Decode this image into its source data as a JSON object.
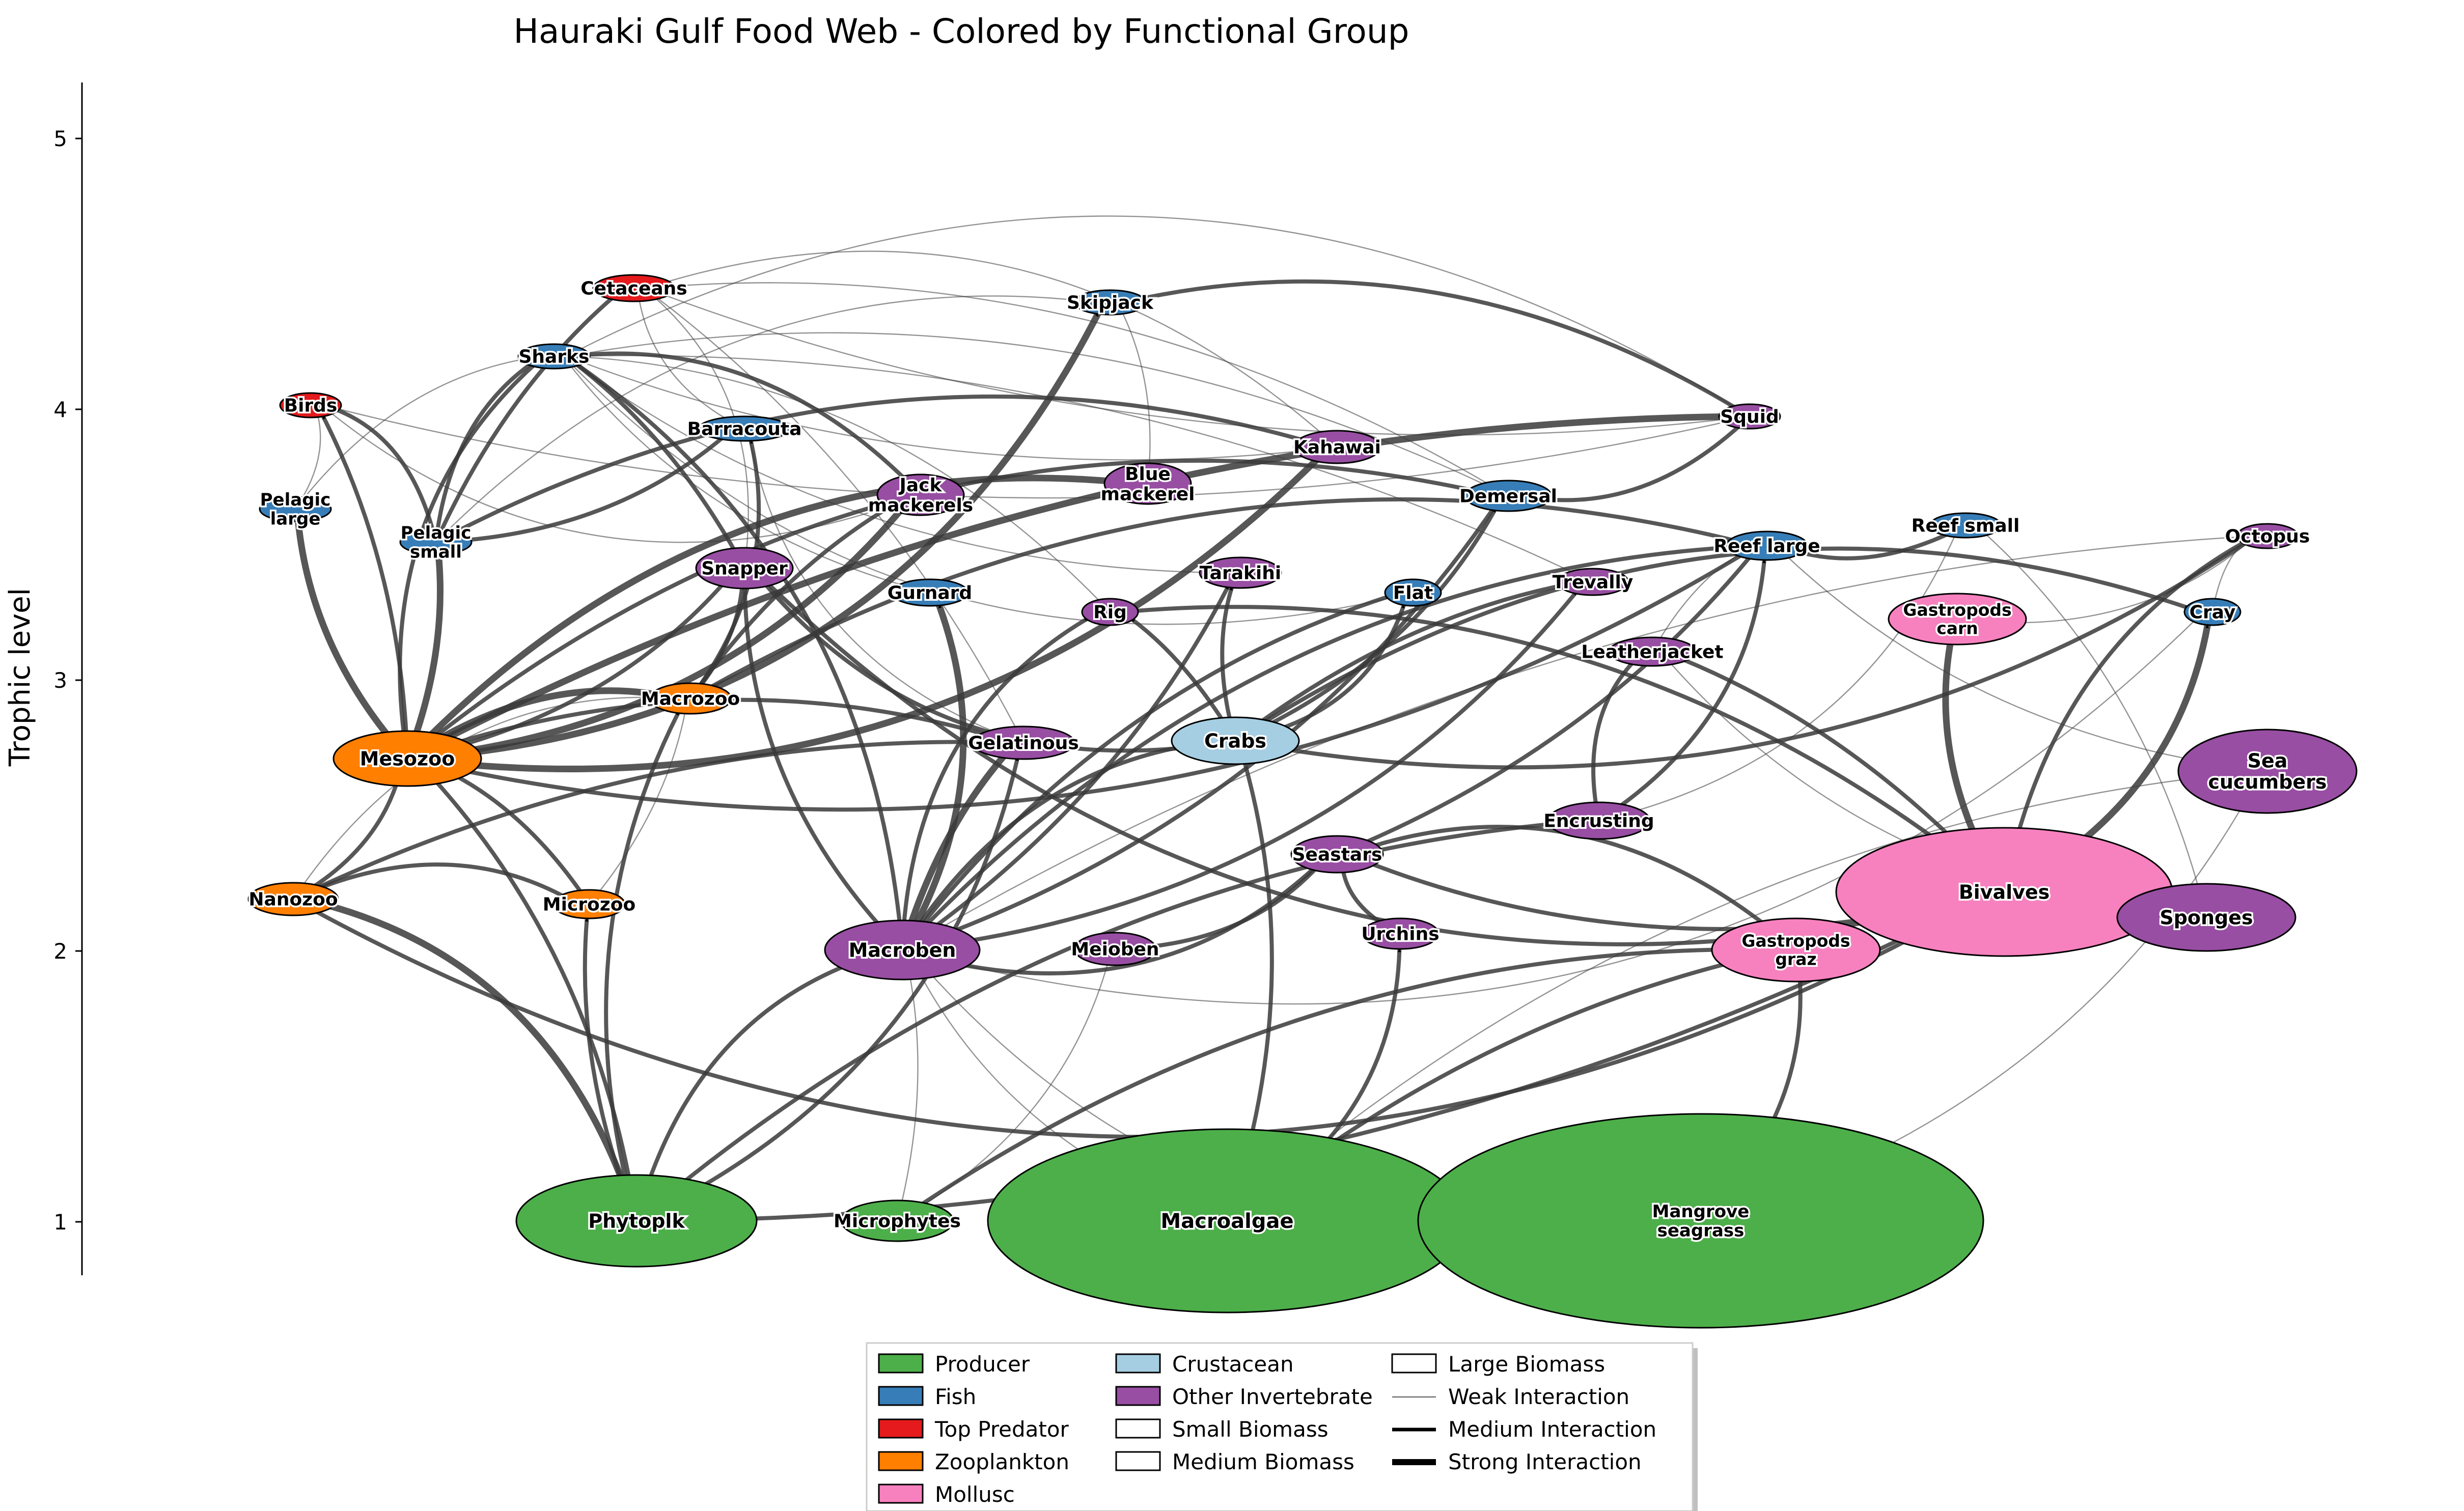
{
  "title": "Hauraki Gulf Food Web - Colored by Functional Group",
  "y_axis": {
    "label": "Trophic level",
    "ticks": [
      "1",
      "2",
      "3",
      "4",
      "5"
    ]
  },
  "colors": {
    "Producer": "#4daf4a",
    "Fish": "#377eb8",
    "Top Predator": "#e41a1c",
    "Zooplankton": "#ff7f00",
    "Mollusc": "#f781bf",
    "Crustacean": "#a6cee3",
    "Other Invertebrate": "#984ea3",
    "edge": "#3a3a3a"
  },
  "legend": [
    {
      "label": "Producer",
      "kind": "patch",
      "color": "#4daf4a"
    },
    {
      "label": "Fish",
      "kind": "patch",
      "color": "#377eb8"
    },
    {
      "label": "Top Predator",
      "kind": "patch",
      "color": "#e41a1c"
    },
    {
      "label": "Zooplankton",
      "kind": "patch",
      "color": "#ff7f00"
    },
    {
      "label": "Mollusc",
      "kind": "patch",
      "color": "#f781bf"
    },
    {
      "label": "Crustacean",
      "kind": "patch",
      "color": "#a6cee3"
    },
    {
      "label": "Other Invertebrate",
      "kind": "patch",
      "color": "#984ea3"
    },
    {
      "label": "Small Biomass",
      "kind": "patch",
      "color": "#ffffff"
    },
    {
      "label": "Medium Biomass",
      "kind": "patch",
      "color": "#ffffff"
    },
    {
      "label": "Large Biomass",
      "kind": "patch",
      "color": "#ffffff"
    },
    {
      "label": "Weak Interaction",
      "kind": "line",
      "weight": 1
    },
    {
      "label": "Medium Interaction",
      "kind": "line",
      "weight": 2
    },
    {
      "label": "Strong Interaction",
      "kind": "line",
      "weight": 3
    }
  ],
  "nodes": [
    {
      "id": "Cetaceans",
      "label": "Cetaceans",
      "group": "Top Predator",
      "tl": 4.45,
      "size": 1
    },
    {
      "id": "Skipjack",
      "label": "Skipjack",
      "group": "Fish",
      "tl": 4.4,
      "size": 1
    },
    {
      "id": "Sharks",
      "label": "Sharks",
      "group": "Fish",
      "tl": 4.2,
      "size": 1
    },
    {
      "id": "Birds",
      "label": "Birds",
      "group": "Top Predator",
      "tl": 4.0,
      "size": 1
    },
    {
      "id": "Squid",
      "label": "Squid",
      "group": "Other Invertebrate",
      "tl": 3.97,
      "size": 1
    },
    {
      "id": "Barracouta",
      "label": "Barracouta",
      "group": "Fish",
      "tl": 3.93,
      "size": 1
    },
    {
      "id": "Kahawai",
      "label": "Kahawai",
      "group": "Other Invertebrate",
      "tl": 3.85,
      "size": 2
    },
    {
      "id": "Pelagic large",
      "label": "Pelagic\nlarge",
      "group": "Fish",
      "tl": 3.65,
      "size": 1
    },
    {
      "id": "Jack mackerels",
      "label": "Jack\nmackerels",
      "group": "Other Invertebrate",
      "tl": 3.7,
      "size": 3
    },
    {
      "id": "Blue mackerel",
      "label": "Blue\nmackerel",
      "group": "Other Invertebrate",
      "tl": 3.73,
      "size": 3
    },
    {
      "id": "Demersal",
      "label": "Demersal",
      "group": "Fish",
      "tl": 3.67,
      "size": 2
    },
    {
      "id": "Pelagic small",
      "label": "Pelagic\nsmall",
      "group": "Fish",
      "tl": 3.5,
      "size": 1
    },
    {
      "id": "Reef small",
      "label": "Reef small",
      "group": "Fish",
      "tl": 3.58,
      "size": 1
    },
    {
      "id": "Octopus",
      "label": "Octopus",
      "group": "Other Invertebrate",
      "tl": 3.55,
      "size": 1
    },
    {
      "id": "Reef large",
      "label": "Reef large",
      "group": "Fish",
      "tl": 3.5,
      "size": 1
    },
    {
      "id": "Snapper",
      "label": "Snapper",
      "group": "Other Invertebrate",
      "tl": 3.42,
      "size": 3
    },
    {
      "id": "Tarakihi",
      "label": "Tarakihi",
      "group": "Other Invertebrate",
      "tl": 3.37,
      "size": 1
    },
    {
      "id": "Trevally",
      "label": "Trevally",
      "group": "Other Invertebrate",
      "tl": 3.35,
      "size": 1
    },
    {
      "id": "Gurnard",
      "label": "Gurnard",
      "group": "Fish",
      "tl": 3.32,
      "size": 1
    },
    {
      "id": "Flat",
      "label": "Flat",
      "group": "Fish",
      "tl": 3.32,
      "size": 1
    },
    {
      "id": "Rig",
      "label": "Rig",
      "group": "Other Invertebrate",
      "tl": 3.25,
      "size": 1
    },
    {
      "id": "Cray",
      "label": "Cray",
      "group": "Fish",
      "tl": 3.25,
      "size": 1
    },
    {
      "id": "Gastropods carn",
      "label": "Gastropods\ncarn",
      "group": "Mollusc",
      "tl": 3.22,
      "size": 4
    },
    {
      "id": "Leatherjacket",
      "label": "Leatherjacket",
      "group": "Other Invertebrate",
      "tl": 3.1,
      "size": 1
    },
    {
      "id": "Macrozoo",
      "label": "Macrozoo",
      "group": "Zooplankton",
      "tl": 2.92,
      "size": 1
    },
    {
      "id": "Mesozoo",
      "label": "Mesozoo",
      "group": "Zooplankton",
      "tl": 2.72,
      "size": 4
    },
    {
      "id": "Gelatinous",
      "label": "Gelatinous",
      "group": "Other Invertebrate",
      "tl": 2.77,
      "size": 1
    },
    {
      "id": "Crabs",
      "label": "Crabs",
      "group": "Crustacean",
      "tl": 2.78,
      "size": 4
    },
    {
      "id": "Sea cucumbers",
      "label": "Sea\ncucumbers",
      "group": "Other Invertebrate",
      "tl": 2.67,
      "size": 6
    },
    {
      "id": "Encrusting",
      "label": "Encrusting",
      "group": "Other Invertebrate",
      "tl": 2.5,
      "size": 3
    },
    {
      "id": "Seastars",
      "label": "Seastars",
      "group": "Other Invertebrate",
      "tl": 2.37,
      "size": 2
    },
    {
      "id": "Bivalves",
      "label": "Bivalves",
      "group": "Mollusc",
      "tl": 2.22,
      "size": 8
    },
    {
      "id": "Nanozoo",
      "label": "Nanozoo",
      "group": "Zooplankton",
      "tl": 2.19,
      "size": 2
    },
    {
      "id": "Microzoo",
      "label": "Microzoo",
      "group": "Zooplankton",
      "tl": 2.17,
      "size": 1
    },
    {
      "id": "Sponges",
      "label": "Sponges",
      "group": "Other Invertebrate",
      "tl": 2.12,
      "size": 5
    },
    {
      "id": "Urchins",
      "label": "Urchins",
      "group": "Other Invertebrate",
      "tl": 2.06,
      "size": 2
    },
    {
      "id": "Macroben",
      "label": "Macroben",
      "group": "Other Invertebrate",
      "tl": 2.0,
      "size": 4
    },
    {
      "id": "Meioben",
      "label": "Meioben",
      "group": "Other Invertebrate",
      "tl": 2.0,
      "size": 2
    },
    {
      "id": "Gastropods graz",
      "label": "Gastropods\ngraz",
      "group": "Mollusc",
      "tl": 2.0,
      "size": 5
    },
    {
      "id": "Phytoplk",
      "label": "Phytoplk",
      "group": "Producer",
      "tl": 1.0,
      "size": 5
    },
    {
      "id": "Microphytes",
      "label": "Microphytes",
      "group": "Producer",
      "tl": 1.0,
      "size": 2
    },
    {
      "id": "Macroalgae",
      "label": "Macroalgae",
      "group": "Producer",
      "tl": 1.0,
      "size": 9
    },
    {
      "id": "Mangrove seagrass",
      "label": "Mangrove\nseagrass",
      "group": "Producer",
      "tl": 1.0,
      "size": 10
    }
  ],
  "edges": [
    {
      "from": "Mesozoo",
      "to": "Pelagic small",
      "weight": 3
    },
    {
      "from": "Mesozoo",
      "to": "Pelagic large",
      "weight": 3
    },
    {
      "from": "Mesozoo",
      "to": "Jack mackerels",
      "weight": 3
    },
    {
      "from": "Mesozoo",
      "to": "Blue mackerel",
      "weight": 3
    },
    {
      "from": "Mesozoo",
      "to": "Skipjack",
      "weight": 3
    },
    {
      "from": "Mesozoo",
      "to": "Squid",
      "weight": 3
    },
    {
      "from": "Mesozoo",
      "to": "Snapper",
      "weight": 2
    },
    {
      "from": "Mesozoo",
      "to": "Macrozoo",
      "weight": 3
    },
    {
      "from": "Mesozoo",
      "to": "Kahawai",
      "weight": 3
    },
    {
      "from": "Mesozoo",
      "to": "Sharks",
      "weight": 2
    },
    {
      "from": "Mesozoo",
      "to": "Birds",
      "weight": 2
    },
    {
      "from": "Mesozoo",
      "to": "Gelatinous",
      "weight": 2
    },
    {
      "from": "Mesozoo",
      "to": "Reef large",
      "weight": 2
    },
    {
      "from": "Mesozoo",
      "to": "Demersal",
      "weight": 2
    },
    {
      "from": "Phytoplk",
      "to": "Nanozoo",
      "weight": 3
    },
    {
      "from": "Phytoplk",
      "to": "Microzoo",
      "weight": 2
    },
    {
      "from": "Phytoplk",
      "to": "Mesozoo",
      "weight": 2
    },
    {
      "from": "Phytoplk",
      "to": "Macrozoo",
      "weight": 2
    },
    {
      "from": "Phytoplk",
      "to": "Gelatinous",
      "weight": 2
    },
    {
      "from": "Phytoplk",
      "to": "Macroben",
      "weight": 2
    },
    {
      "from": "Phytoplk",
      "to": "Bivalves",
      "weight": 2
    },
    {
      "from": "Phytoplk",
      "to": "Encrusting",
      "weight": 2
    },
    {
      "from": "Nanozoo",
      "to": "Mesozoo",
      "weight": 2
    },
    {
      "from": "Nanozoo",
      "to": "Microzoo",
      "weight": 2
    },
    {
      "from": "Nanozoo",
      "to": "Bivalves",
      "weight": 2
    },
    {
      "from": "Nanozoo",
      "to": "Gelatinous",
      "weight": 2
    },
    {
      "from": "Microzoo",
      "to": "Mesozoo",
      "weight": 2
    },
    {
      "from": "Macroben",
      "to": "Snapper",
      "weight": 2
    },
    {
      "from": "Macroben",
      "to": "Gurnard",
      "weight": 3
    },
    {
      "from": "Macroben",
      "to": "Rig",
      "weight": 2
    },
    {
      "from": "Macroben",
      "to": "Tarakihi",
      "weight": 2
    },
    {
      "from": "Macroben",
      "to": "Flat",
      "weight": 2
    },
    {
      "from": "Macroben",
      "to": "Trevally",
      "weight": 2
    },
    {
      "from": "Macroben",
      "to": "Crabs",
      "weight": 2
    },
    {
      "from": "Macroben",
      "to": "Seastars",
      "weight": 2
    },
    {
      "from": "Macroben",
      "to": "Gelatinous",
      "weight": 3
    },
    {
      "from": "Macroben",
      "to": "Demersal",
      "weight": 2
    },
    {
      "from": "Macroben",
      "to": "Reef large",
      "weight": 2
    },
    {
      "from": "Macroben",
      "to": "Sharks",
      "weight": 2
    },
    {
      "from": "Crabs",
      "to": "Snapper",
      "weight": 2
    },
    {
      "from": "Crabs",
      "to": "Rig",
      "weight": 2
    },
    {
      "from": "Crabs",
      "to": "Tarakihi",
      "weight": 2
    },
    {
      "from": "Crabs",
      "to": "Octopus",
      "weight": 2
    },
    {
      "from": "Crabs",
      "to": "Cray",
      "weight": 2
    },
    {
      "from": "Crabs",
      "to": "Flat",
      "weight": 2
    },
    {
      "from": "Crabs",
      "to": "Trevally",
      "weight": 2
    },
    {
      "from": "Crabs",
      "to": "Demersal",
      "weight": 2
    },
    {
      "from": "Bivalves",
      "to": "Gastropods carn",
      "weight": 3
    },
    {
      "from": "Bivalves",
      "to": "Cray",
      "weight": 3
    },
    {
      "from": "Bivalves",
      "to": "Snapper",
      "weight": 2
    },
    {
      "from": "Bivalves",
      "to": "Leatherjacket",
      "weight": 2
    },
    {
      "from": "Bivalves",
      "to": "Seastars",
      "weight": 2
    },
    {
      "from": "Bivalves",
      "to": "Rig",
      "weight": 2
    },
    {
      "from": "Bivalves",
      "to": "Octopus",
      "weight": 2
    },
    {
      "from": "Macroalgae",
      "to": "Urchins",
      "weight": 2
    },
    {
      "from": "Macroalgae",
      "to": "Gastropods graz",
      "weight": 2
    },
    {
      "from": "Macroalgae",
      "to": "Crabs",
      "weight": 2
    },
    {
      "from": "Macroalgae",
      "to": "Macroben",
      "weight": 1
    },
    {
      "from": "Mangrove seagrass",
      "to": "Gastropods graz",
      "weight": 2
    },
    {
      "from": "Mangrove seagrass",
      "to": "Macroben",
      "weight": 1
    },
    {
      "from": "Microphytes",
      "to": "Macroben",
      "weight": 1
    },
    {
      "from": "Microphytes",
      "to": "Gastropods graz",
      "weight": 2
    },
    {
      "from": "Microphytes",
      "to": "Meioben",
      "weight": 1
    },
    {
      "from": "Pelagic small",
      "to": "Sharks",
      "weight": 2
    },
    {
      "from": "Pelagic small",
      "to": "Birds",
      "weight": 2
    },
    {
      "from": "Pelagic small",
      "to": "Cetaceans",
      "weight": 2
    },
    {
      "from": "Pelagic small",
      "to": "Barracouta",
      "weight": 2
    },
    {
      "from": "Pelagic small",
      "to": "Kahawai",
      "weight": 2
    },
    {
      "from": "Jack mackerels",
      "to": "Sharks",
      "weight": 2
    },
    {
      "from": "Jack mackerels",
      "to": "Birds",
      "weight": 1
    },
    {
      "from": "Snapper",
      "to": "Sharks",
      "weight": 2
    },
    {
      "from": "Gurnard",
      "to": "Sharks",
      "weight": 1
    },
    {
      "from": "Squid",
      "to": "Skipjack",
      "weight": 2
    },
    {
      "from": "Squid",
      "to": "Demersal",
      "weight": 2
    },
    {
      "from": "Squid",
      "to": "Sharks",
      "weight": 1
    },
    {
      "from": "Squid",
      "to": "Cetaceans",
      "weight": 1
    },
    {
      "from": "Demersal",
      "to": "Sharks",
      "weight": 1
    },
    {
      "from": "Reef small",
      "to": "Reef large",
      "weight": 2
    },
    {
      "from": "Encrusting",
      "to": "Reef large",
      "weight": 2
    },
    {
      "from": "Encrusting",
      "to": "Leatherjacket",
      "weight": 2
    },
    {
      "from": "Seastars",
      "to": "Reef large",
      "weight": 2
    },
    {
      "from": "Sea cucumbers",
      "to": "Reef large",
      "weight": 1
    },
    {
      "from": "Meioben",
      "to": "Seastars",
      "weight": 2
    },
    {
      "from": "Urchins",
      "to": "Seastars",
      "weight": 2
    },
    {
      "from": "Gastropods graz",
      "to": "Seastars",
      "weight": 2
    },
    {
      "from": "Macrozoo",
      "to": "Jack mackerels",
      "weight": 2
    },
    {
      "from": "Macrozoo",
      "to": "Snapper",
      "weight": 2
    },
    {
      "from": "Macrozoo",
      "to": "Reef large",
      "weight": 2
    },
    {
      "from": "Macrozoo",
      "to": "Barracouta",
      "weight": 2
    },
    {
      "from": "Gelatinous",
      "to": "Barracouta",
      "weight": 1
    },
    {
      "from": "Gelatinous",
      "to": "Cetaceans",
      "weight": 1
    },
    {
      "from": "Tarakihi",
      "to": "Sharks",
      "weight": 1
    },
    {
      "from": "Rig",
      "to": "Sharks",
      "weight": 1
    },
    {
      "from": "Barracouta",
      "to": "Cetaceans",
      "weight": 1
    },
    {
      "from": "Kahawai",
      "to": "Cetaceans",
      "weight": 1
    },
    {
      "from": "Kahawai",
      "to": "Sharks",
      "weight": 1
    },
    {
      "from": "Blue mackerel",
      "to": "Skipjack",
      "weight": 1
    },
    {
      "from": "Pelagic large",
      "to": "Sharks",
      "weight": 1
    },
    {
      "from": "Pelagic large",
      "to": "Birds",
      "weight": 1
    },
    {
      "from": "Flat",
      "to": "Sharks",
      "weight": 1
    },
    {
      "from": "Trevally",
      "to": "Sharks",
      "weight": 1
    },
    {
      "from": "Leatherjacket",
      "to": "Reef large",
      "weight": 1
    },
    {
      "from": "Gastropods carn",
      "to": "Octopus",
      "weight": 1
    },
    {
      "from": "Cray",
      "to": "Octopus",
      "weight": 1
    },
    {
      "from": "Macroben",
      "to": "Cray",
      "weight": 1
    },
    {
      "from": "Macroben",
      "to": "Octopus",
      "weight": 1
    },
    {
      "from": "Sponges",
      "to": "Reef small",
      "weight": 1
    },
    {
      "from": "Sponges",
      "to": "Leatherjacket",
      "weight": 1
    },
    {
      "from": "Encrusting",
      "to": "Reef small",
      "weight": 1
    },
    {
      "from": "Nanozoo",
      "to": "Macrozoo",
      "weight": 1
    },
    {
      "from": "Microzoo",
      "to": "Macrozoo",
      "weight": 1
    },
    {
      "from": "Macroalgae",
      "to": "Sea cucumbers",
      "weight": 1
    },
    {
      "from": "Mangrove seagrass",
      "to": "Sea cucumbers",
      "weight": 1
    },
    {
      "from": "Pelagic small",
      "to": "Skipjack",
      "weight": 1
    },
    {
      "from": "Snapper",
      "to": "Cetaceans",
      "weight": 1
    },
    {
      "from": "Squid",
      "to": "Birds",
      "weight": 1
    },
    {
      "from": "Demersal",
      "to": "Cetaceans",
      "weight": 1
    }
  ]
}
